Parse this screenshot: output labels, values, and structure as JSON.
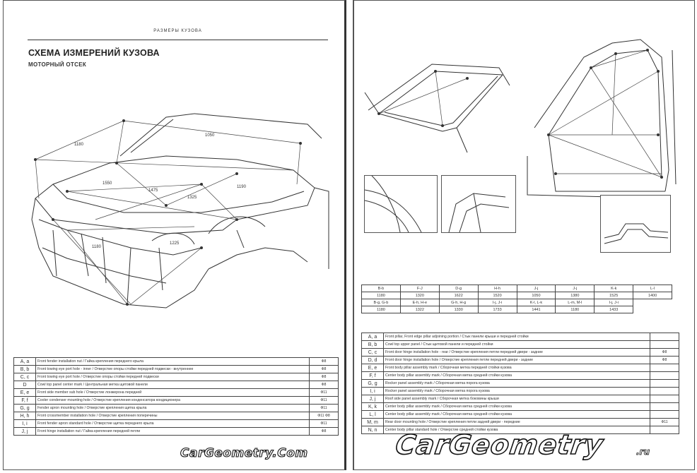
{
  "left_page": {
    "running_head": "РАЗМЕРЫ КУЗОВА",
    "title": "СХЕМА ИЗМЕРЕНИЙ КУЗОВА",
    "subtitle": "МОТОРНЫЙ ОТСЕК",
    "diagram_labels": [
      "1180",
      "1050",
      "1550",
      "1325",
      "1475",
      "1190",
      "1180",
      "1225"
    ],
    "legend": [
      {
        "code": "A, a",
        "desc": "Front fender installation nut / Гайка крепления переднего крыла",
        "val": "Ф8"
      },
      {
        "code": "B, b",
        "desc": "Front towing eye port hole - inner / Отверстие опоры стойки передней подвески - внутреннее",
        "val": "Ф8"
      },
      {
        "code": "C, c",
        "desc": "Front towing eye port hole / Отверстие опоры стойки передней подвески",
        "val": "Ф8"
      },
      {
        "code": "D",
        "desc": "Cowl top panel center mark / Центральная метка щитовой панели",
        "val": "Ф8"
      },
      {
        "code": "E, e",
        "desc": "Front side member sub hole / Отверстие лонжерона передней",
        "val": "Ф11"
      },
      {
        "code": "F, f",
        "desc": "Cooler condenser mounting hole / Отверстие крепления конденсатора кондиционера",
        "val": "Ф11"
      },
      {
        "code": "G, g",
        "desc": "Fender apron mounting hole / Отверстие крепления щитка крыла",
        "val": "Ф11"
      },
      {
        "code": "H, h",
        "desc": "Front crossmember installation hole / Отверстие крепления поперечины",
        "val": "Ф11 Ф8"
      },
      {
        "code": "I, i",
        "desc": "Front fender apron standard hole / Отверстие щитка переднего крыла",
        "val": "Ф11"
      },
      {
        "code": "J, j",
        "desc": "Front hinge installation nut / Гайка крепления передней петли",
        "val": "Ф8"
      }
    ]
  },
  "right_page": {
    "measurements": {
      "header": [
        "B-b",
        "F-J",
        "D-g",
        "H-h",
        "J-j",
        "J-j",
        "K-k",
        "L-l"
      ],
      "row1": [
        "1180",
        "1320",
        "1622",
        "1520",
        "1050",
        "1380",
        "1525",
        "1400"
      ],
      "row2": [
        "B-g, G-b",
        "E-h, H-e",
        "G-h, H-g",
        "I-j, J-i",
        "K-l, L-k",
        "L-m, M-l",
        "I-j, J-i"
      ],
      "row3": [
        "1180",
        "1322",
        "1330",
        "1733",
        "1441",
        "1180",
        "1433"
      ]
    },
    "legend": [
      {
        "code": "A, a",
        "desc": "Front pillar, Front edge pillar adjoining portion / Стык панели крыши и передней стойки",
        "val": ""
      },
      {
        "code": "B, b",
        "desc": "Cowl top upper panel / Стык щитовой панели и передней стойки",
        "val": ""
      },
      {
        "code": "C, c",
        "desc": "Front door hinge installation hole - rear / Отверстие крепления петли передней двери - задние",
        "val": "Ф8"
      },
      {
        "code": "D, d",
        "desc": "Front door hinge installation hole / Отверстие крепления петли передней двери - задние",
        "val": "Ф8"
      },
      {
        "code": "E, e",
        "desc": "Front body pillar assembly mark / Сборочная метка передней стойки кузова",
        "val": ""
      },
      {
        "code": "F, f",
        "desc": "Center body pillar assembly mark / Сборочная метка средней стойки кузова",
        "val": ""
      },
      {
        "code": "G, g",
        "desc": "Rocker panel assembly mark / Сборочная метка порога кузова",
        "val": ""
      },
      {
        "code": "I, i",
        "desc": "Rocker panel assembly mark / Сборочная метка порога кузова",
        "val": ""
      },
      {
        "code": "J, j",
        "desc": "Roof side panel assembly mark / Сборочная метка боковины крыши",
        "val": ""
      },
      {
        "code": "K, k",
        "desc": "Center body pillar assembly mark / Сборочная метка средней стойки кузова",
        "val": ""
      },
      {
        "code": "L, l",
        "desc": "Center body pillar assembly mark / Сборочная метка средней стойки кузова",
        "val": ""
      },
      {
        "code": "M, m",
        "desc": "Rear door mounting hole / Отверстие крепления петли задней двери - передние",
        "val": "Ф11"
      },
      {
        "code": "N, n",
        "desc": "Center body pillar standard hole / Отверстие средней стойки кузова",
        "val": ""
      }
    ]
  },
  "watermark_small": "CarGeometry.Com",
  "watermark_large": "CarGeometry",
  "watermark_tld": ".ru"
}
